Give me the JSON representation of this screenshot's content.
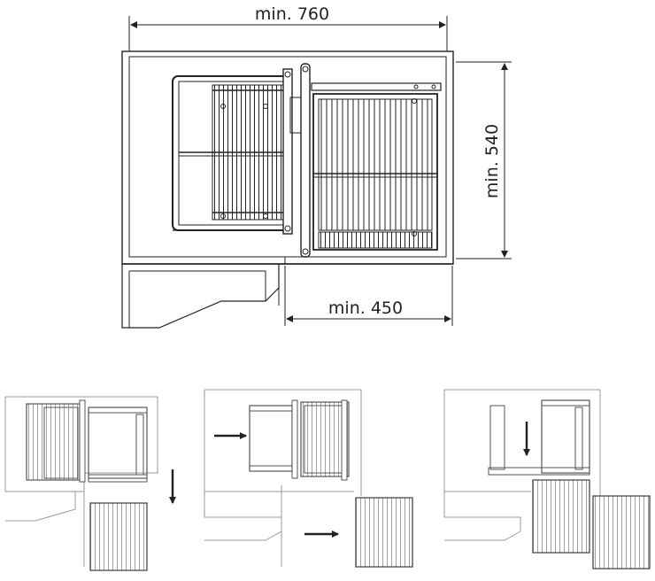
{
  "dimensions": {
    "width_label": "min. 760",
    "depth_label": "min. 540",
    "opening_label": "min. 450"
  },
  "steps": [
    {
      "direction": "down"
    },
    {
      "direction": "right"
    },
    {
      "direction": "down"
    }
  ],
  "colors": {
    "line": "#222222",
    "faint": "#9a9a9a",
    "cabinet_fill": "#f6f6f6"
  }
}
